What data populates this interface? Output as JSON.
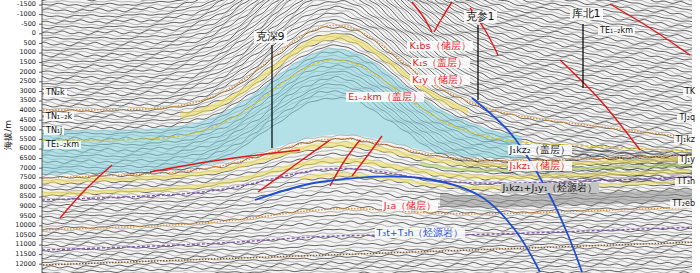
{
  "diagram": {
    "labels": [
      "海拔/m",
      "-1500",
      "-1000",
      "-500",
      "0",
      "500",
      "1000",
      "1500",
      "2000",
      "2500",
      "3000",
      "3500",
      "4000",
      "4500",
      "5000",
      "5500",
      "6000",
      "6500",
      "7000",
      "7500",
      "8000",
      "8500",
      "9000",
      "9500",
      "10000",
      "10500",
      "11000",
      "11500",
      "12000",
      "克深9",
      "克参1",
      "库北1",
      "TE₁₋₂km",
      "K₁bs（储层）",
      "K₁s（盖层）",
      "K₁y（储层）",
      "E₁₋₂km（盖层）",
      "J₁kz₂（盖层）",
      "J₁kz₁（储层）",
      "J₁kz₁+J₁y₁（烃源岩）",
      "J₁a（储层）",
      "T₃t+T₃h（烃源岩）",
      "TN₂k",
      "TN₁₋₂k",
      "TN₁j",
      "TE₁₋₂km",
      "TK",
      "TJ₂q",
      "TJ₁kz",
      "TJ₁y",
      "TT₃h",
      "TT₂eb"
    ]
  }
}
